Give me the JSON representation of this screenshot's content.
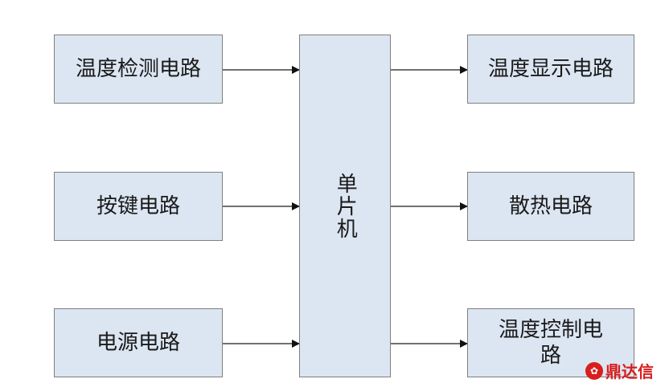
{
  "colors": {
    "box_fill": "#dce6f2",
    "box_border": "#7f7f7f",
    "line": "#404040",
    "watermark": "#d81e1e"
  },
  "inputs": [
    {
      "label": "温度检测电路"
    },
    {
      "label": "按键电路"
    },
    {
      "label": "电源电路"
    }
  ],
  "mcu": {
    "label": "单片机"
  },
  "outputs": [
    {
      "label": "温度显示电路"
    },
    {
      "label": "散热电路"
    },
    {
      "label": "温度控制电路"
    }
  ],
  "watermark": {
    "logo_icon": "logo-icon",
    "text": "鼎达信"
  }
}
